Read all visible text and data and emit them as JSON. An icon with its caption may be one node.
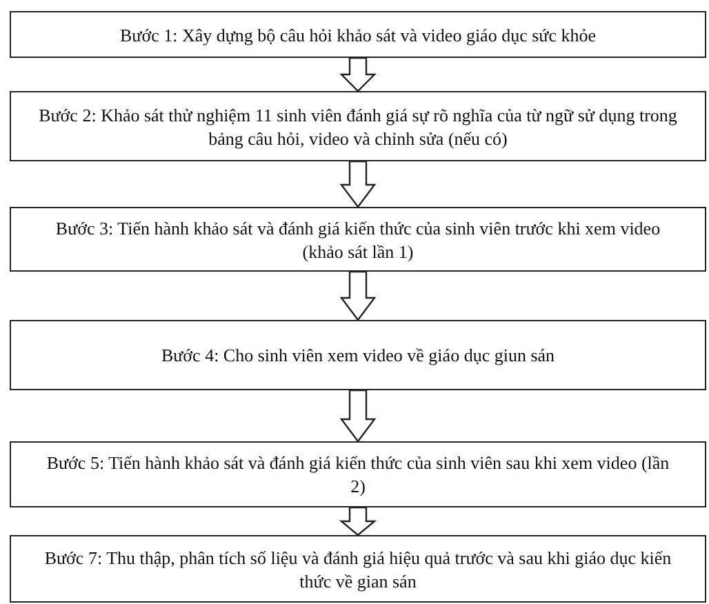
{
  "diagram": {
    "nodes": [
      {
        "text": [
          "Bước 1: Xây dựng bộ câu hỏi khảo sát và video giáo dục sức khỏe"
        ]
      },
      {
        "text": [
          "Bước 2: Khảo sát thử nghiệm 11 sinh viên đánh giá sự rõ nghĩa của từ ngữ sử dụng trong bảng câu hỏi, video và chỉnh sửa (nếu có)"
        ]
      },
      {
        "text": [
          "Bước 3: Tiến hành khảo sát và đánh giá kiến thức của sinh viên trước khi xem video (khảo sát lần 1)"
        ]
      },
      {
        "text": [
          "Bước 4: Cho sinh viên xem video về giáo dục giun sán"
        ]
      },
      {
        "text": [
          "Bước 5: Tiến hành khảo sát và đánh giá kiến thức của sinh viên sau khi xem video (lần 2)"
        ]
      },
      {
        "text": [
          "Bước 7: Thu thập, phân tích số liệu và đánh giá hiệu quả trước và sau khi giáo dục kiến thức về gian sán"
        ]
      }
    ],
    "edges": [
      {
        "from": 0,
        "to": 1,
        "arrow": "to"
      },
      {
        "from": 1,
        "to": 2,
        "arrow": "to"
      },
      {
        "from": 2,
        "to": 3,
        "arrow": "to"
      },
      {
        "from": 3,
        "to": 4,
        "arrow": "to"
      },
      {
        "from": 4,
        "to": 5,
        "arrow": "to"
      }
    ]
  }
}
